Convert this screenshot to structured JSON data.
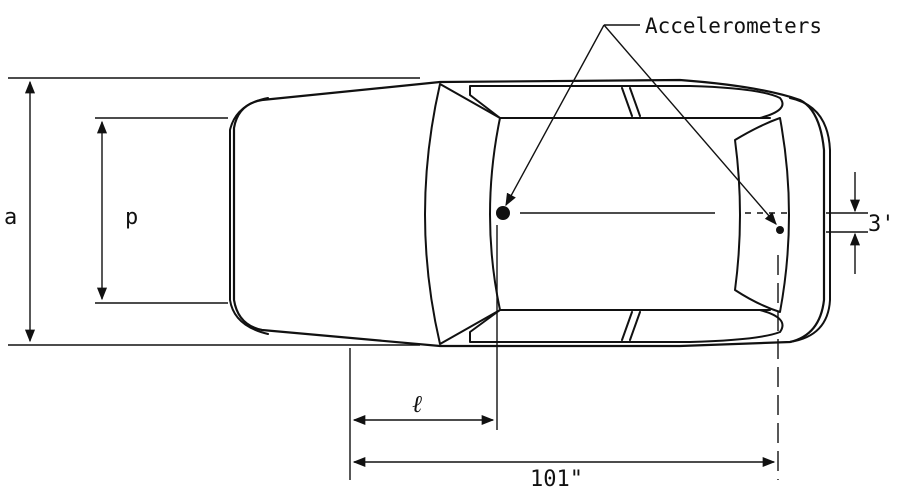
{
  "labels": {
    "accelerometers": "Accelerometers",
    "dim_a": "a",
    "dim_p": "p",
    "dim_l": "ℓ",
    "dim_101": "101\"",
    "dim_3": "3'"
  }
}
